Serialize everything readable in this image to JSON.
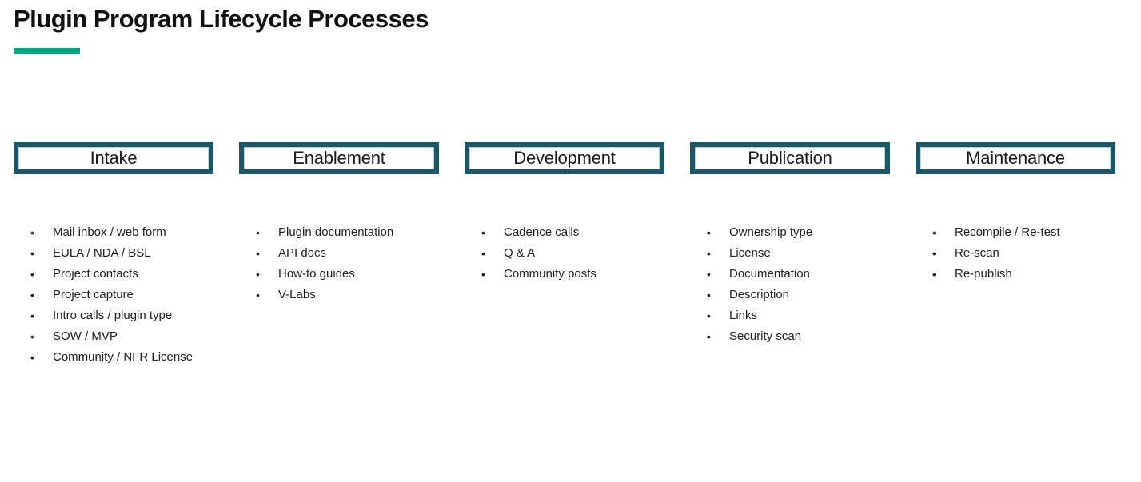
{
  "page": {
    "title": "Plugin Program Lifecycle Processes"
  },
  "accent": {
    "underline_green": "#01A982",
    "stage_border_teal": "#1B5767",
    "text_color": "#1a1a1a"
  },
  "columns": [
    {
      "title": "Intake",
      "items": [
        "Mail inbox / web form",
        "EULA / NDA / BSL",
        "Project contacts",
        "Project capture",
        "Intro calls / plugin type",
        "SOW / MVP",
        "Community / NFR License"
      ]
    },
    {
      "title": "Enablement",
      "items": [
        "Plugin documentation",
        "API docs",
        "How-to guides",
        "V-Labs"
      ]
    },
    {
      "title": "Development",
      "items": [
        "Cadence calls",
        "Q & A",
        "Community posts"
      ]
    },
    {
      "title": "Publication",
      "items": [
        "Ownership type",
        "License",
        "Documentation",
        "Description",
        "Links",
        "Security scan"
      ]
    },
    {
      "title": "Maintenance",
      "items": [
        "Recompile / Re-test",
        "Re-scan",
        "Re-publish"
      ]
    }
  ]
}
